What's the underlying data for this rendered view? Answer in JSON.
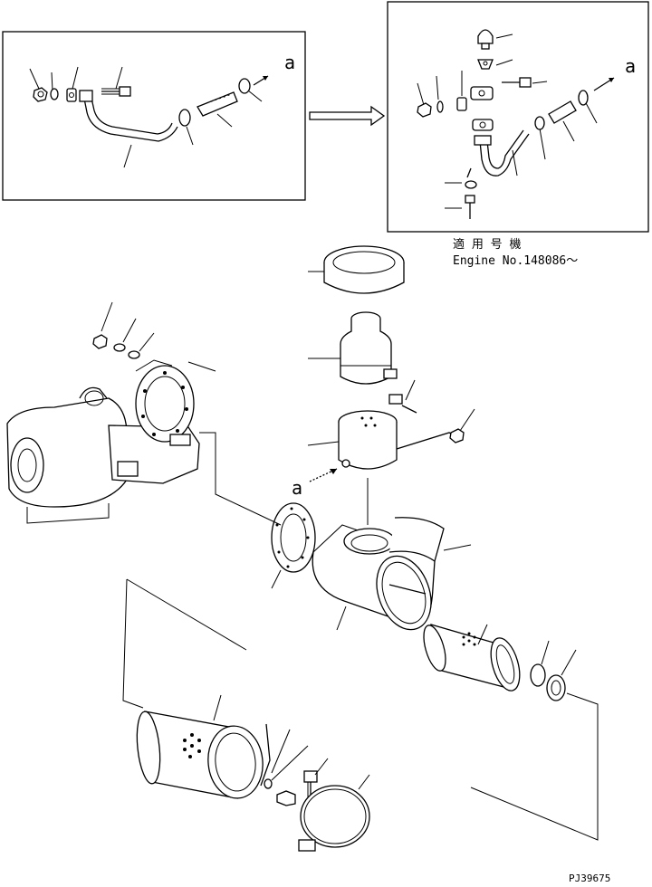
{
  "diagram": {
    "reference_letter": "a",
    "reference_letter_2": "a",
    "arrow_note": "⟹",
    "applicable_label": "適 用 号 機",
    "engine_label": "Engine No.148086～",
    "figure_id": "PJ39675"
  }
}
